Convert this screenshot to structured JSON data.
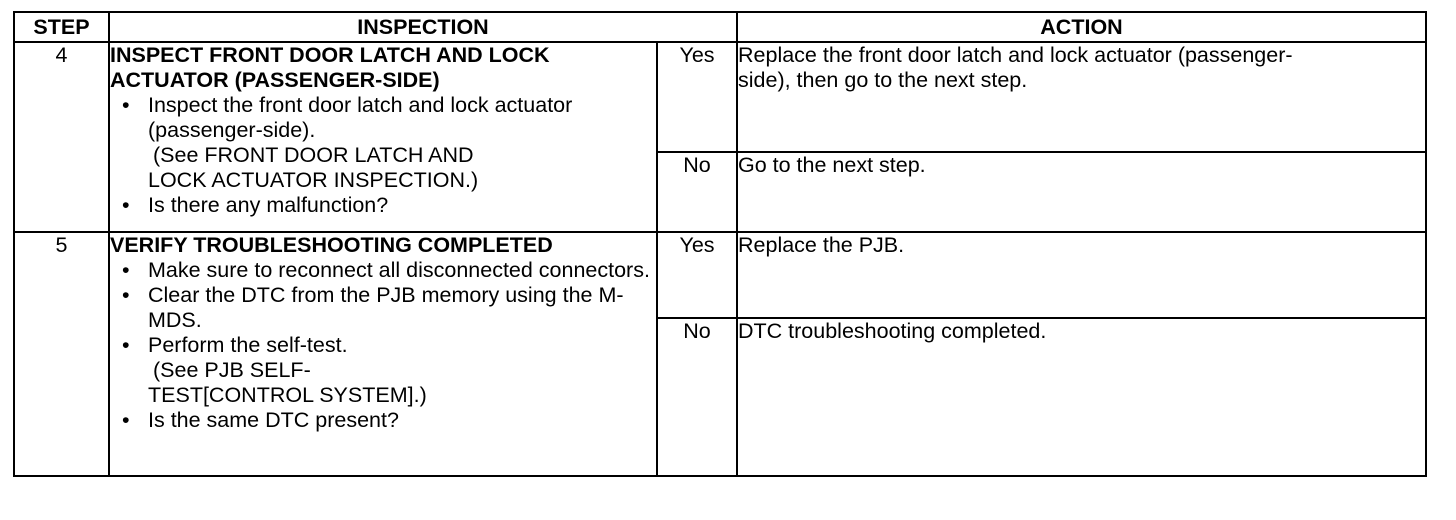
{
  "headers": {
    "step": "STEP",
    "inspection": "INSPECTION",
    "action": "ACTION"
  },
  "steps": [
    {
      "number": "4",
      "title_line1": "INSPECT FRONT DOOR LATCH AND LOCK",
      "title_line2": "ACTUATOR (PASSENGER-SIDE)",
      "bullets": {
        "b1": "Inspect the front door latch and lock actuator (passenger-side).",
        "ref1": "(See FRONT DOOR LATCH AND",
        "ref2": "LOCK ACTUATOR INSPECTION.)",
        "b2": "Is there any malfunction?"
      },
      "yes_label": "Yes",
      "yes_action_line1": "Replace the front door latch and lock actuator (passenger-",
      "yes_action_line2": "side), then go to the next step.",
      "no_label": "No",
      "no_action": "Go to the next step."
    },
    {
      "number": "5",
      "title_line1": "VERIFY TROUBLESHOOTING COMPLETED",
      "bullets": {
        "b1": "Make sure to reconnect all disconnected connectors.",
        "b2": "Clear the DTC from the PJB memory using the M-MDS.",
        "b3": "Perform the self-test.",
        "ref1": "(See PJB SELF-",
        "ref2": "TEST[CONTROL SYSTEM].)",
        "b4": "Is the same DTC present?"
      },
      "yes_label": "Yes",
      "yes_action": "Replace the PJB.",
      "no_label": "No",
      "no_action": "DTC troubleshooting completed."
    }
  ]
}
